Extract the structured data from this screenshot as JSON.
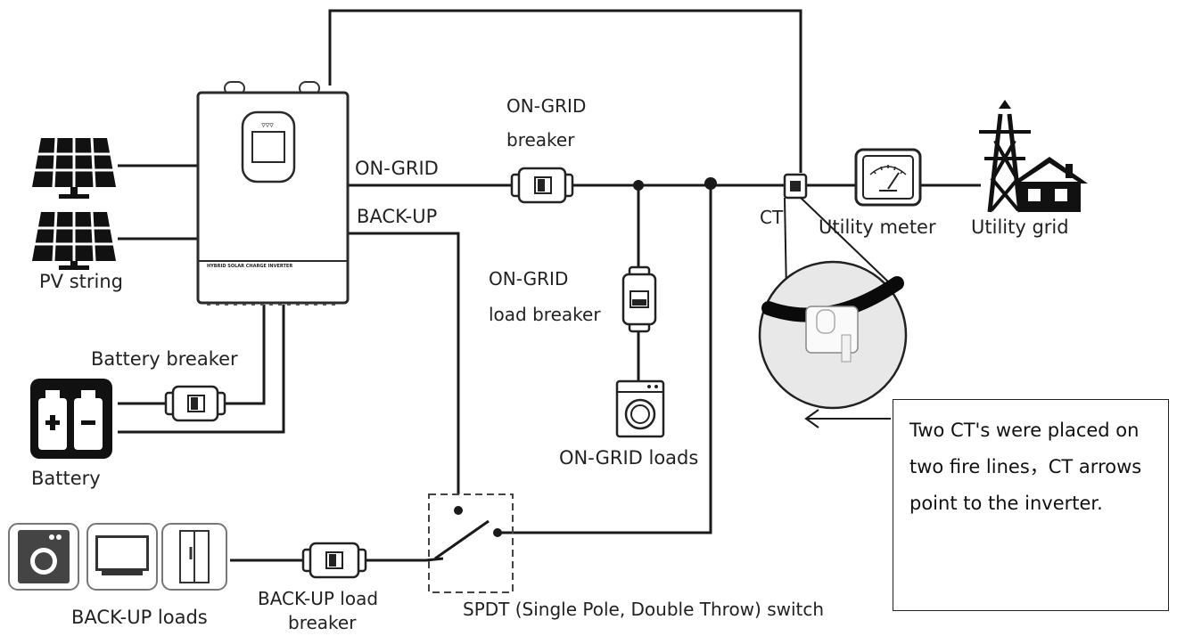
{
  "labels": {
    "pv_string": "PV string",
    "battery_breaker": "Battery breaker",
    "battery": "Battery",
    "on_grid": "ON-GRID",
    "back_up": "BACK-UP",
    "on_grid_breaker_1": "ON-GRID",
    "on_grid_breaker_2": "breaker",
    "on_grid_load_breaker_1": "ON-GRID",
    "on_grid_load_breaker_2": "load breaker",
    "on_grid_loads": "ON-GRID loads",
    "ct": "CT",
    "utility_meter": "Utility meter",
    "utility_grid": "Utility grid",
    "back_up_loads": "BACK-UP loads",
    "back_up_load_breaker_1": "BACK-UP load",
    "back_up_load_breaker_2": "breaker",
    "spdt_switch": "SPDT (Single Pole, Double Throw) switch",
    "inverter_panel_text": "HYBRID SOLAR CHARGE INVERTER",
    "display_indicator": "▿▿▿"
  },
  "note": {
    "text": "Two CT's were placed on two fire lines，CT arrows point to the inverter."
  },
  "icons": {
    "solar_panel": "solar-panel-icon",
    "battery": "battery-icon",
    "washing_machine": "washing-machine-icon",
    "television": "television-icon",
    "refrigerator": "refrigerator-icon",
    "breaker": "breaker-icon",
    "meter": "utility-meter-icon",
    "grid_tower": "transmission-tower-icon",
    "house": "house-icon"
  }
}
